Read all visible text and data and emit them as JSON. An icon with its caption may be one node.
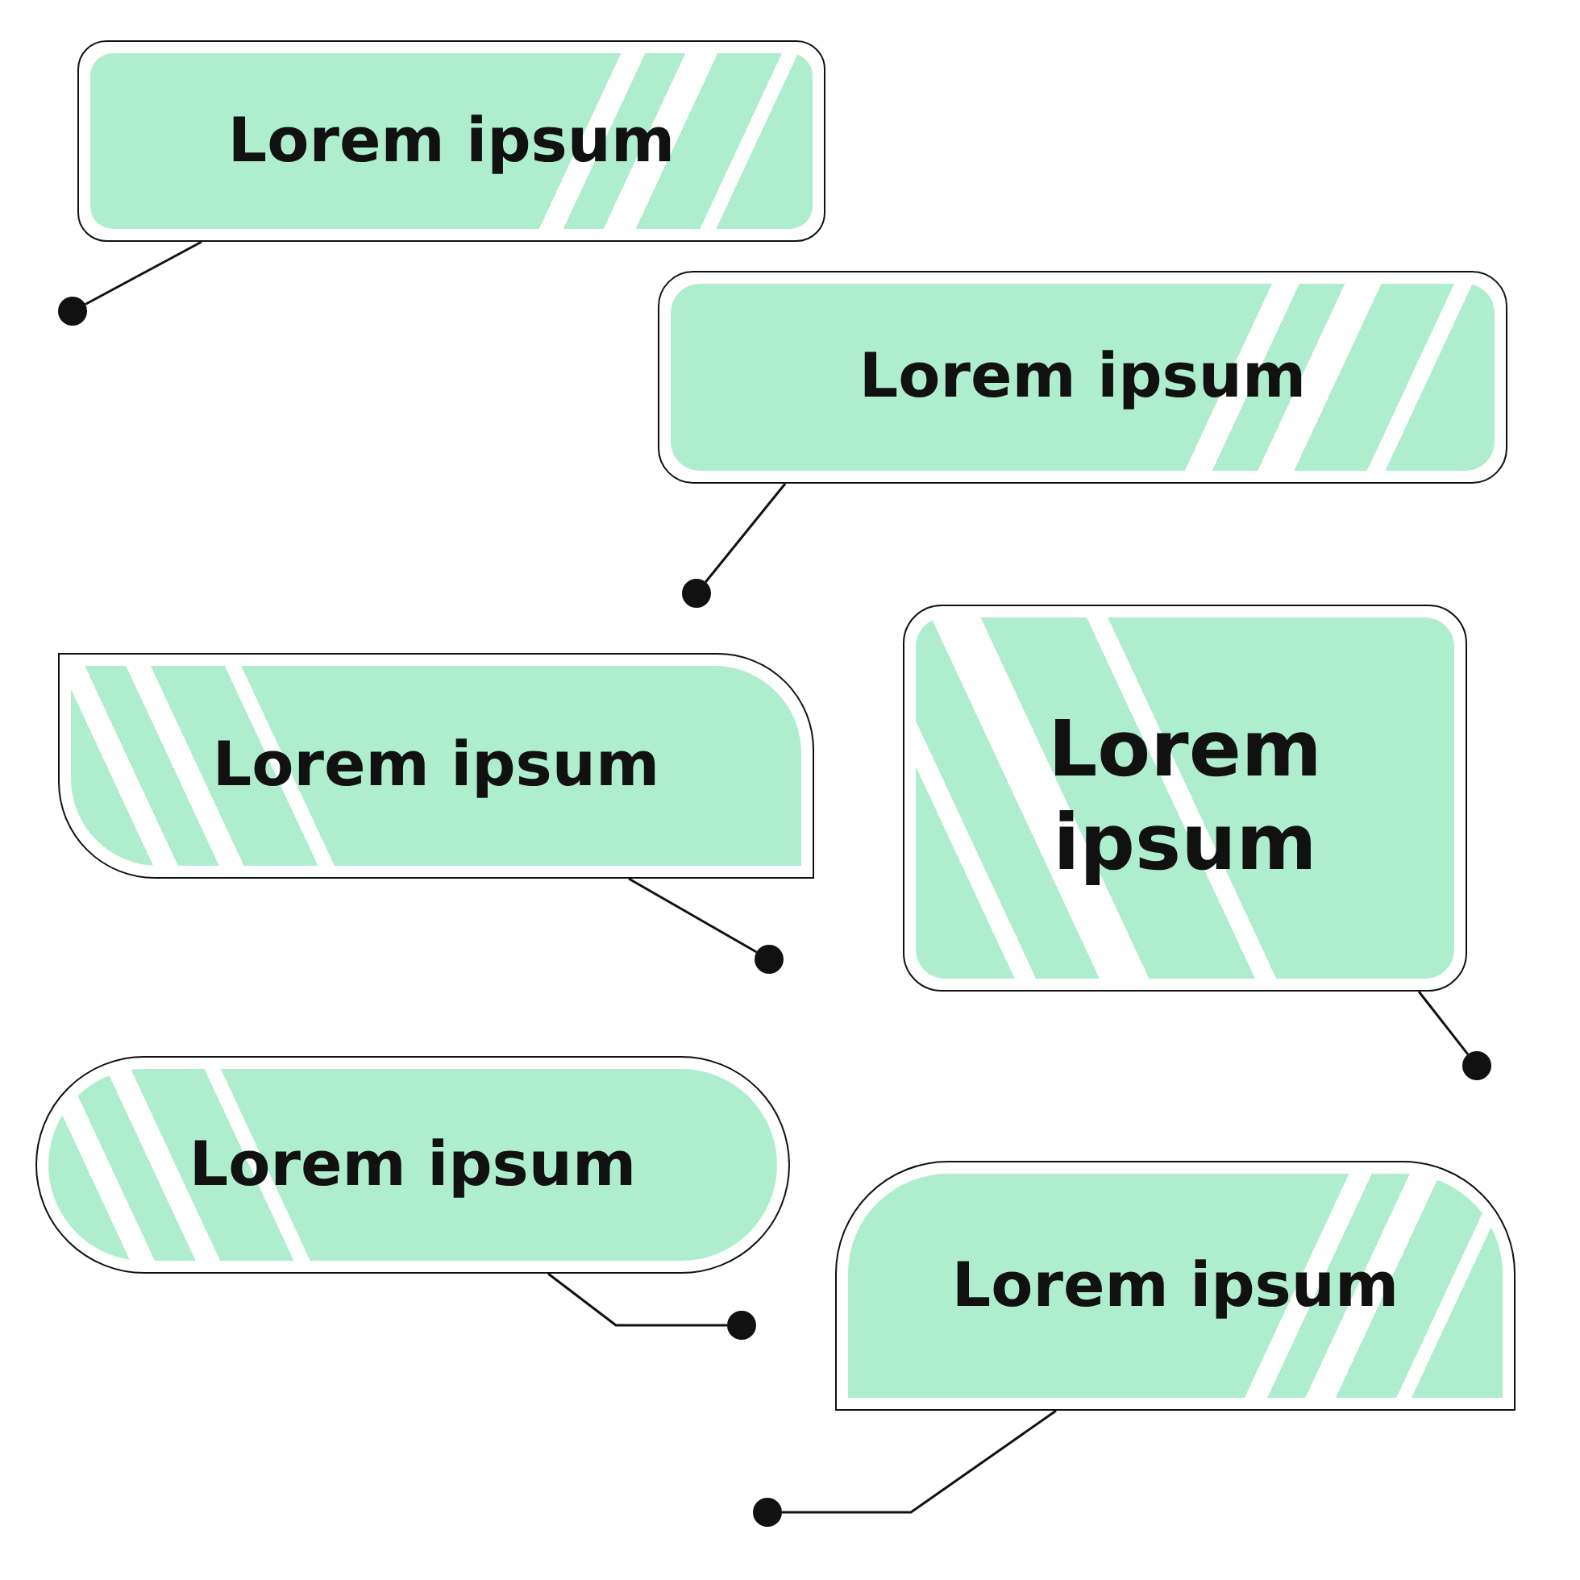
{
  "diagram": {
    "nodes": [
      {
        "text": [
          "Lorem ipsum"
        ]
      },
      {
        "text": [
          "Lorem ipsum"
        ]
      },
      {
        "text": [
          "Lorem ipsum"
        ]
      },
      {
        "text": [
          "Lorem ipsum"
        ]
      },
      {
        "text": [
          "Lorem ipsum"
        ]
      },
      {
        "text": [
          "Lorem ipsum"
        ]
      },
      {
        "text": [],
        "shape": "circle"
      },
      {
        "text": [],
        "shape": "circle"
      },
      {
        "text": [],
        "shape": "circle"
      },
      {
        "text": [],
        "shape": "circle"
      },
      {
        "text": [],
        "shape": "circle"
      },
      {
        "text": [],
        "shape": "circle"
      }
    ],
    "edges": [
      {
        "from": 0,
        "to": 6,
        "arrow": "none"
      },
      {
        "from": 1,
        "to": 7,
        "arrow": "none"
      },
      {
        "from": 2,
        "to": 8,
        "arrow": "none"
      },
      {
        "from": 3,
        "to": 9,
        "arrow": "none"
      },
      {
        "from": 4,
        "to": 10,
        "arrow": "none"
      },
      {
        "from": 5,
        "to": 11,
        "arrow": "none"
      }
    ]
  }
}
